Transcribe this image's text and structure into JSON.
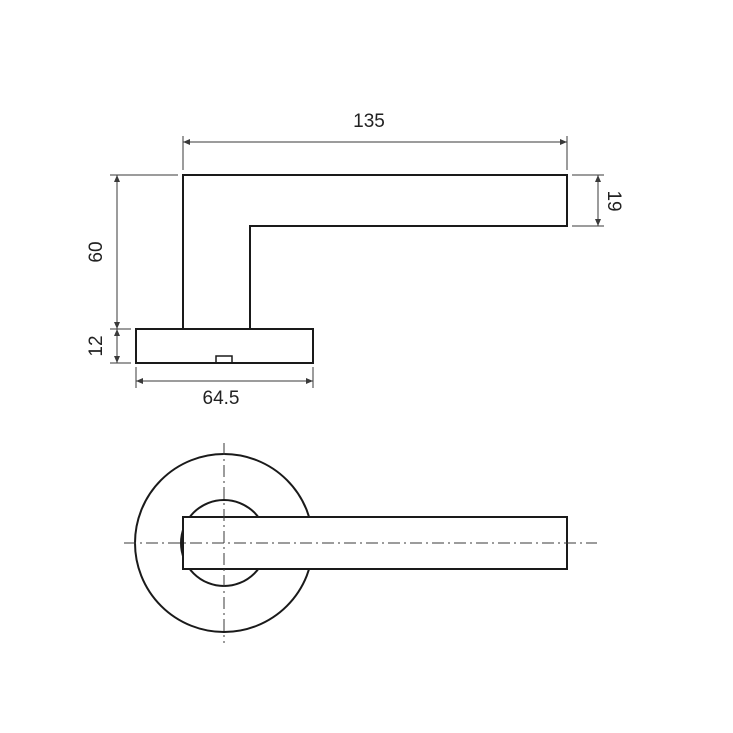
{
  "drawing": {
    "line_color": "#1a1a1a",
    "dim_color": "#3a3a3a",
    "background": "#ffffff"
  },
  "dimensions": {
    "lever_length": "135",
    "lever_thickness": "19",
    "handle_height": "60",
    "rose_height": "12",
    "rose_diameter": "64.5"
  }
}
